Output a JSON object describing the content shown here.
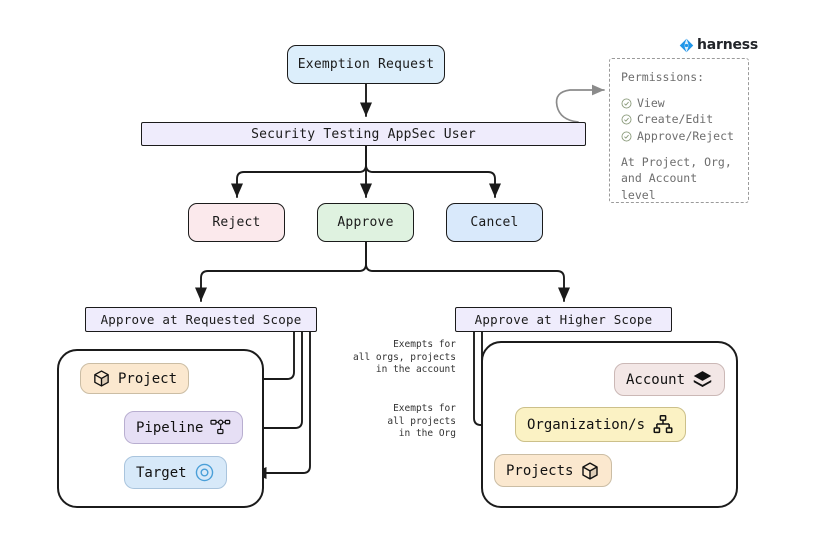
{
  "brand": {
    "name": "harness",
    "logo_icon": "harness-diamond-icon",
    "color": "#2096e8"
  },
  "flow": {
    "start": {
      "label": "Exemption Request",
      "color": "#dceefb"
    },
    "role_bar": {
      "label": "Security Testing AppSec User",
      "color": "#efecfc"
    },
    "actions": [
      {
        "label": "Reject",
        "color": "#fbe9ec",
        "name": "reject"
      },
      {
        "label": "Approve",
        "color": "#dff2e0",
        "name": "approve"
      },
      {
        "label": "Cancel",
        "color": "#d9e9fb",
        "name": "cancel"
      }
    ],
    "scopes": [
      {
        "label": "Approve at Requested Scope",
        "color": "#efecfc"
      },
      {
        "label": "Approve at Higher Scope",
        "color": "#efecfc"
      }
    ]
  },
  "permissions": {
    "title": "Permissions:",
    "items": [
      {
        "label": "View",
        "icon": "check-circle-icon"
      },
      {
        "label": "Create/Edit",
        "icon": "check-circle-icon"
      },
      {
        "label": "Approve/Reject",
        "icon": "check-circle-icon"
      }
    ],
    "footer_line1": "At Project, Org,",
    "footer_line2": "and Account level"
  },
  "requested_scope": {
    "items": [
      {
        "label": "Project",
        "icon": "cube-icon",
        "color": "#fbe8cf"
      },
      {
        "label": "Pipeline",
        "icon": "pipeline-icon",
        "color": "#e6dff5"
      },
      {
        "label": "Target",
        "icon": "target-icon",
        "color": "#d7e9f9"
      }
    ]
  },
  "higher_scope": {
    "items": [
      {
        "label": "Account",
        "icon": "layers-icon",
        "color": "#f3e7e6"
      },
      {
        "label": "Organization/s",
        "icon": "org-chart-icon",
        "color": "#fbf2c4"
      },
      {
        "label": "Projects",
        "icon": "cube-icon",
        "color": "#fbe8cf"
      }
    ],
    "annotations": [
      "Exempts for\nall orgs, projects\nin the account",
      "Exempts for\nall projects\nin the Org"
    ]
  }
}
